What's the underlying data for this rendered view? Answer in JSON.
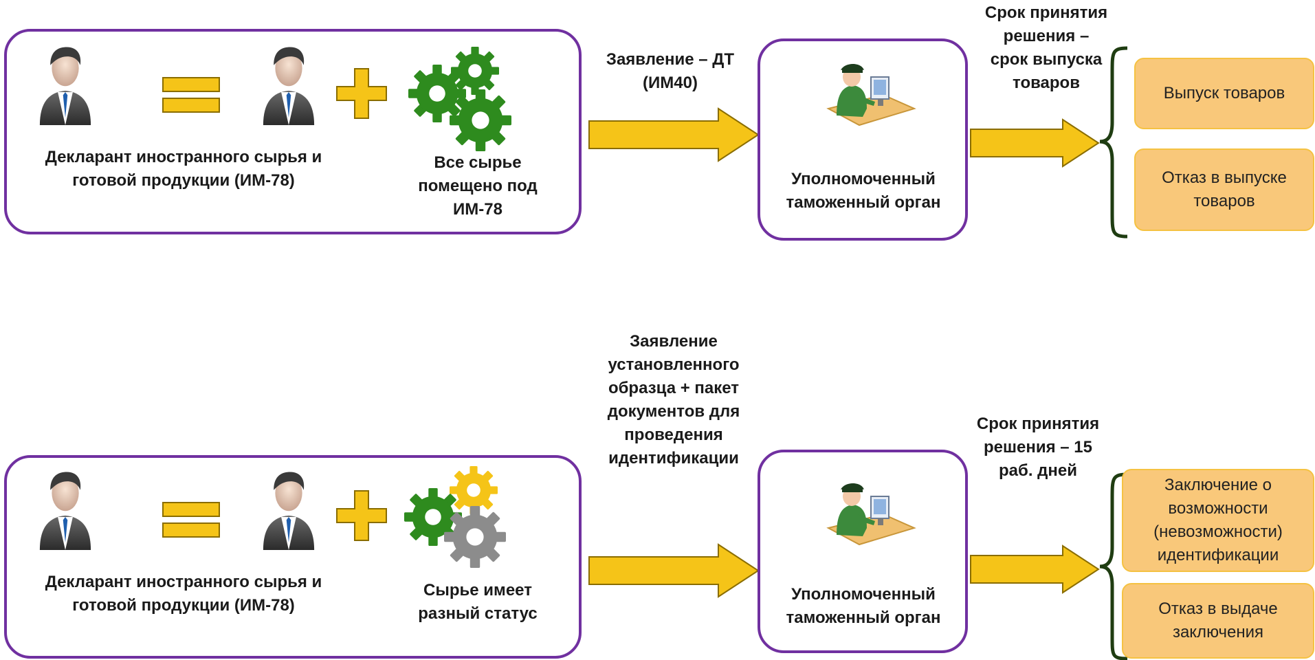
{
  "top": {
    "declarant_label": "Декларант иностранного сырья и готовой продукции (ИМ-78)",
    "materials_label": "Все сырье помещено под ИМ-78",
    "application_label": "Заявление – ДТ (ИМ40)",
    "authority_label": "Уполномоченный таможенный орган",
    "deadline_label": "Срок принятия решения – срок выпуска товаров",
    "results": [
      "Выпуск товаров",
      "Отказ в выпуске товаров"
    ],
    "gear_colors": [
      "#2e8b1e",
      "#2e8b1e",
      "#2e8b1e"
    ]
  },
  "bottom": {
    "declarant_label": "Декларант иностранного сырья и готовой продукции (ИМ-78)",
    "materials_label": "Сырье имеет разный статус",
    "application_label": "Заявление установленного образца + пакет документов для проведения идентификации",
    "authority_label": "Уполномоченный таможенный орган",
    "deadline_label": "Срок принятия решения – 15 раб. дней",
    "results": [
      "Заключение о возможности (невозможности) идентификации",
      "Отказ в выдаче заключения"
    ],
    "gear_colors": [
      "#2e8b1e",
      "#f5c418",
      "#8c8c8c"
    ]
  },
  "colors": {
    "panel_border": "#7030a0",
    "arrow": "#f5c418",
    "result_fill": "#f9c87a",
    "brace": "#1f3d12"
  },
  "icons": [
    "person-icon",
    "equals-icon",
    "plus-icon",
    "gears-icon",
    "customs-officer-icon"
  ]
}
